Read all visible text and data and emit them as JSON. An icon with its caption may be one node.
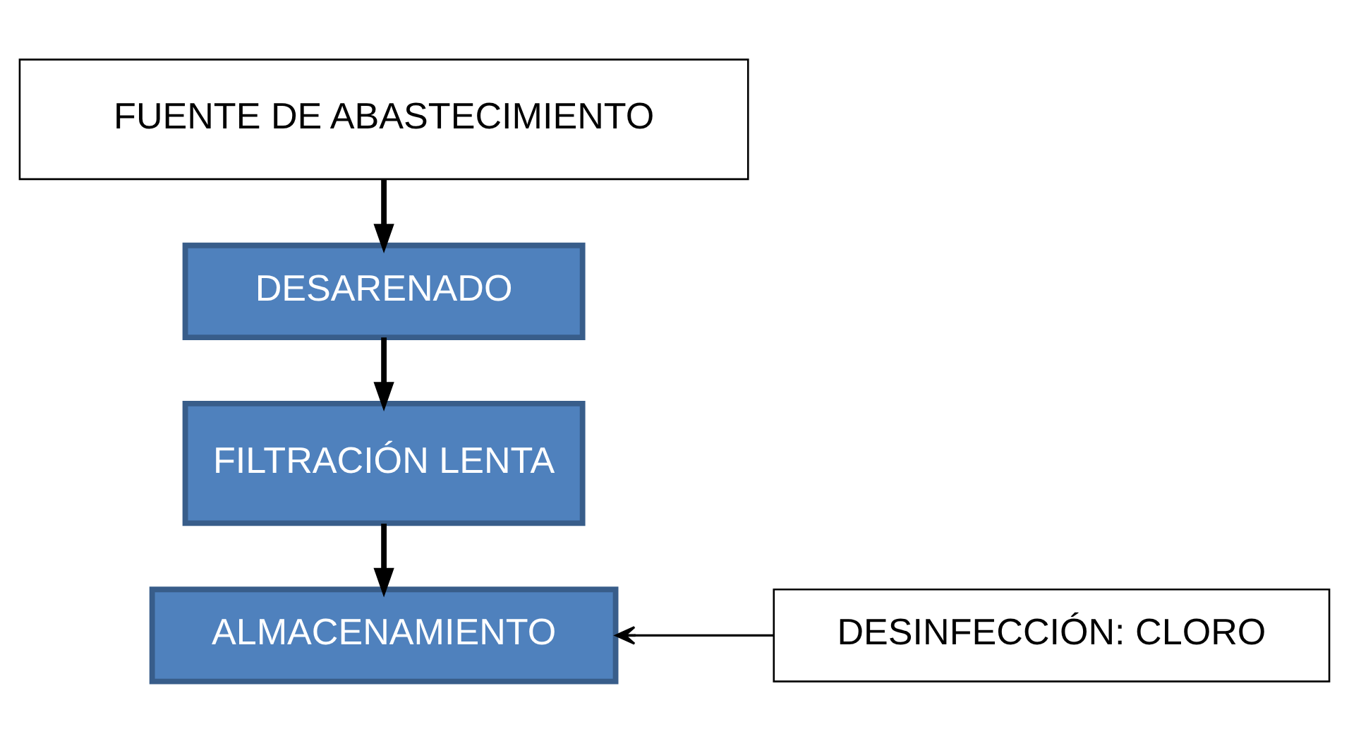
{
  "diagram": {
    "nodes": [
      {
        "text": [
          "FUENTE DE ABASTECIMIENTO"
        ]
      },
      {
        "text": [
          "DESARENADO"
        ]
      },
      {
        "text": [
          "FILTRACIÓN LENTA"
        ]
      },
      {
        "text": [
          "ALMACENAMIENTO"
        ]
      },
      {
        "text": [
          "DESINFECCIÓN: CLORO"
        ]
      }
    ],
    "edges": [
      {
        "from": 0,
        "to": 1,
        "arrow": "to"
      },
      {
        "from": 1,
        "to": 2,
        "arrow": "to"
      },
      {
        "from": 2,
        "to": 3,
        "arrow": "to"
      },
      {
        "from": 4,
        "to": 3,
        "arrow": "to"
      }
    ]
  }
}
